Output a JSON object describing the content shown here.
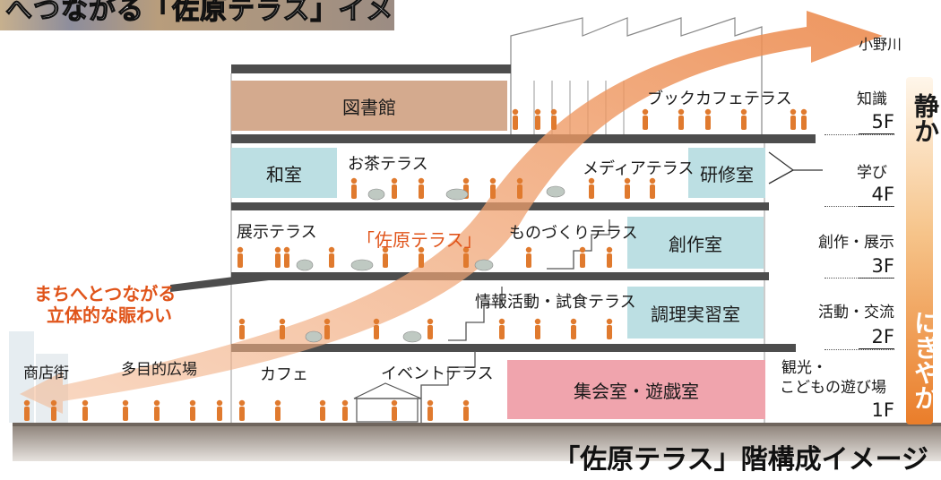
{
  "banner": {
    "text": "へつながる「佐原テラス」イメージ"
  },
  "caption": "「佐原テラス」階構成イメージ",
  "river_label": "小野川",
  "rooms": {
    "library": "図書館",
    "washitsu": "和室",
    "kenshushitsu": "研修室",
    "sousakushitsu": "創作室",
    "chouri": "調理実習室",
    "shukai": "集会室・遊戯室"
  },
  "terraces": {
    "book_cafe": "ブックカフェテラス",
    "ocha": "お茶テラス",
    "media": "メディアテラス",
    "tenji": "展示テラス",
    "sahara": "「佐原テラス」",
    "monozukuri": "ものづくりテラス",
    "jouhou": "情報活動・試食テラス",
    "cafe": "カフェ",
    "event": "イベントテラス"
  },
  "outside": {
    "shotengai": "商店街",
    "tamokuteki": "多目的広場",
    "machi_line1": "まちへとつながる",
    "machi_line2": "立体的な賑わい"
  },
  "floors": [
    {
      "tag": "知識",
      "num": "5F"
    },
    {
      "tag": "学び",
      "num": "4F"
    },
    {
      "tag": "創作・展示",
      "num": "3F"
    },
    {
      "tag": "活動・交流",
      "num": "2F"
    },
    {
      "tag_line1": "観光・",
      "tag_line2": "こどもの遊び場",
      "num": "1F"
    }
  ],
  "scale": {
    "top": "静か",
    "bottom": "にぎやか"
  },
  "colors": {
    "library": "#d4aa8e",
    "teal_room": "#bcdfe3",
    "pink_room": "#f0a4ad",
    "accent": "#e0541a",
    "people": "#e07a2e",
    "slab": "#4a4a4a",
    "ground": "#9a8f86"
  }
}
